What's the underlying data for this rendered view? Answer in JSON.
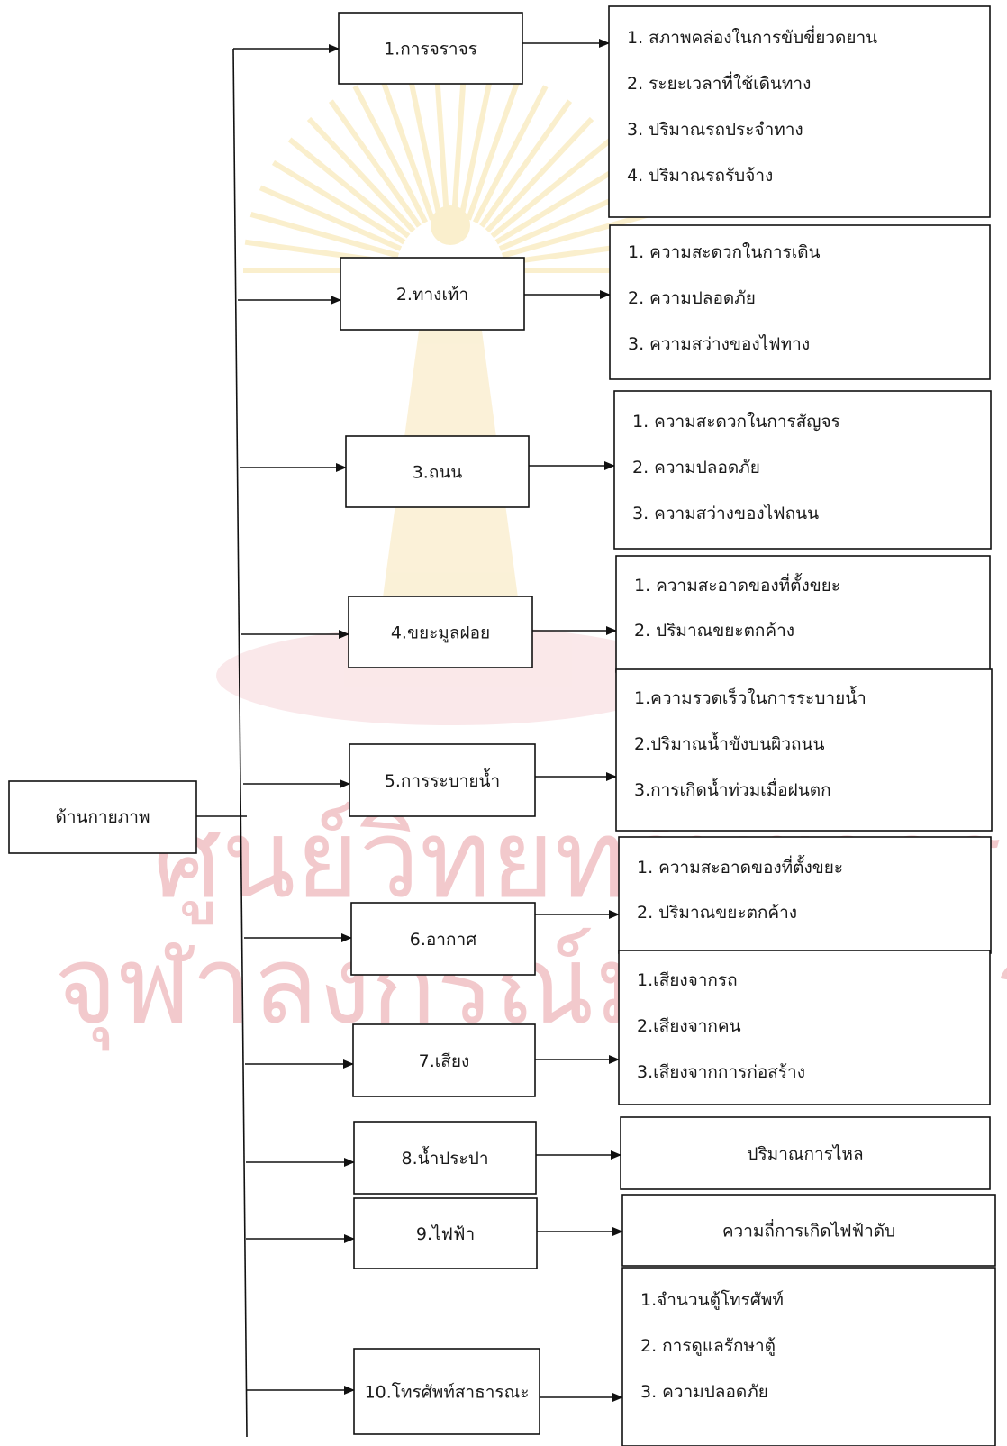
{
  "watermark": {
    "lines": [
      "ศูนย์วิทยทรัพยากร",
      "จุฬาลงกรณ์มหาวิทยาลัย"
    ],
    "color": "#f2c9cc",
    "seal_color": "#f7e2a6"
  },
  "root": {
    "label": "ด้านกายภาพ"
  },
  "categories": [
    {
      "label": "1.การจราจร",
      "items": [
        "1. สภาพคล่องในการขับขี่ยวดยาน",
        "2. ระยะเวลาที่ใช้เดินทาง",
        "3. ปริมาณรถประจำทาง",
        "4. ปริมาณรถรับจ้าง"
      ]
    },
    {
      "label": "2.ทางเท้า",
      "items": [
        "1. ความสะดวกในการเดิน",
        "2. ความปลอดภัย",
        "3. ความสว่างของไฟทาง"
      ]
    },
    {
      "label": "3.ถนน",
      "items": [
        "1. ความสะดวกในการสัญจร",
        "2. ความปลอดภัย",
        "3. ความสว่างของไฟถนน"
      ]
    },
    {
      "label": "4.ขยะมูลฝอย",
      "items": [
        "1. ความสะอาดของที่ตั้งขยะ",
        "2. ปริมาณขยะตกค้าง"
      ]
    },
    {
      "label": "5.การระบายน้ำ",
      "items": [
        "1.ความรวดเร็วในการระบายน้ำ",
        "2.ปริมาณน้ำขังบนผิวถนน",
        "3.การเกิดน้ำท่วมเมื่อฝนตก"
      ]
    },
    {
      "label": "6.อากาศ",
      "items": [
        "1. ความสะอาดของที่ตั้งขยะ",
        "2. ปริมาณขยะตกค้าง"
      ]
    },
    {
      "label": "7.เสียง",
      "items": [
        "1.เสียงจากรถ",
        "2.เสียงจากคน",
        "3.เสียงจากการก่อสร้าง"
      ]
    },
    {
      "label": "8.น้ำประปา",
      "items": [
        "ปริมาณการไหล"
      ]
    },
    {
      "label": "9.ไฟฟ้า",
      "items": [
        "ความถี่การเกิดไฟฟ้าดับ"
      ]
    },
    {
      "label": "10.โทรศัพท์สาธารณะ",
      "items": [
        "1.จำนวนตู้โทรศัพท์",
        "2. การดูแลรักษาตู้",
        "3. ความปลอดภัย"
      ]
    }
  ]
}
